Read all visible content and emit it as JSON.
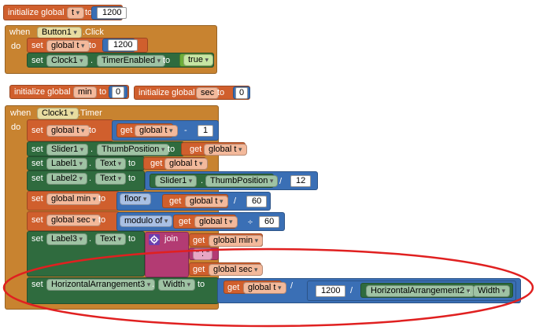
{
  "colors": {
    "variable": "#d05f2d",
    "control": "#c88330",
    "component": "#2f6b3e",
    "math": "#3a6fb5",
    "text": "#b33b73",
    "logic": "#6eae3a",
    "highlight": "#e02020"
  },
  "kw": {
    "initialize_global": "initialize global",
    "to": "to",
    "when": "when",
    "do": "do",
    "set": "set",
    "get": "get",
    "dot": ".",
    "join": "join",
    "floor": "floor",
    "modulo_of": "modulo of"
  },
  "globals": {
    "t": "t",
    "t_value": "1200",
    "min": "min",
    "min_value": "0",
    "sec": "sec",
    "sec_value": "0"
  },
  "event1": {
    "component": "Button1",
    "event": ".Click",
    "stmt1": {
      "var": "global t",
      "value": "1200"
    },
    "stmt2": {
      "component": "Clock1",
      "property": "TimerEnabled",
      "value": "true"
    }
  },
  "event2": {
    "component": "Clock1",
    "event": ".Timer",
    "s1": {
      "var": "global t",
      "get": "global t",
      "op": "-",
      "num": "1"
    },
    "s2": {
      "component": "Slider1",
      "property": "ThumbPosition",
      "get": "global t"
    },
    "s3": {
      "component": "Label1",
      "property": "Text",
      "get": "global t"
    },
    "s4": {
      "component": "Label2",
      "property": "Text",
      "inner_component": "Slider1",
      "inner_property": "ThumbPosition",
      "op": "/",
      "num": "12"
    },
    "s5": {
      "var": "global min",
      "get": "global t",
      "op": "/",
      "num": "60"
    },
    "s6": {
      "var": "global sec",
      "get": "global t",
      "op": "÷",
      "num": "60"
    },
    "s7": {
      "component": "Label3",
      "property": "Text",
      "get1": "global min",
      "string": "\" : \"",
      "get2": "global sec"
    },
    "s8": {
      "component": "HorizontalArrangement3",
      "property": "Width",
      "get": "global t",
      "op1": "/",
      "num": "1200",
      "op2": "/",
      "inner_component": "HorizontalArrangement2",
      "inner_property": "Width"
    }
  },
  "icons": {
    "join_gear": "gear-icon"
  }
}
